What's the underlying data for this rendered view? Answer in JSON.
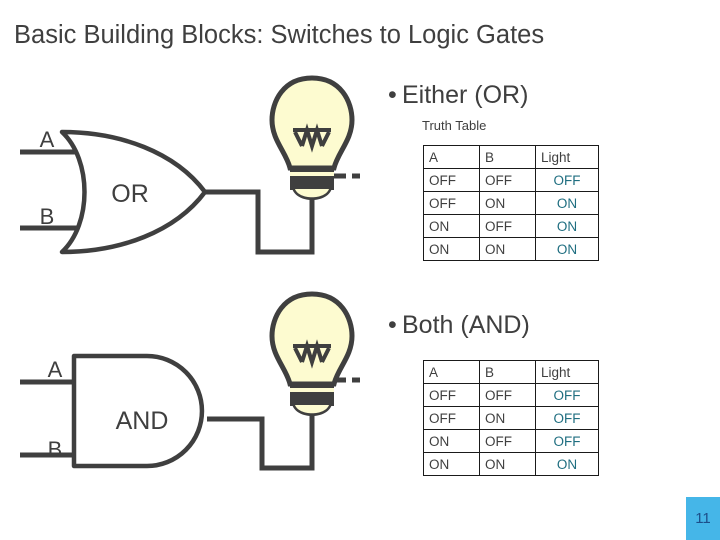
{
  "slide": {
    "title": "Basic Building Blocks: Switches to Logic Gates",
    "page_number": "11",
    "accent_color": "#45b6e8",
    "light_value_color": "#1f6e80",
    "ink_color": "#3f3f3f",
    "bulb_glass_color": "#fdfbd0"
  },
  "sections": {
    "or": {
      "bullet": "•",
      "heading": "Either (OR)",
      "caption": "Truth Table",
      "gate_label": "OR",
      "input_a_label": "A",
      "input_b_label": "B",
      "bulb_name": "light-bulb-or"
    },
    "and": {
      "bullet": "•",
      "heading": "Both (AND)",
      "gate_label": "AND",
      "input_a_label": "A",
      "input_b_label": "B",
      "bulb_name": "light-bulb-and"
    }
  },
  "truth_tables": {
    "or": {
      "headers": [
        "A",
        "B",
        "Light"
      ],
      "rows": [
        [
          "OFF",
          "OFF",
          "OFF"
        ],
        [
          "OFF",
          "ON",
          "ON"
        ],
        [
          "ON",
          "OFF",
          "ON"
        ],
        [
          "ON",
          "ON",
          "ON"
        ]
      ]
    },
    "and": {
      "headers": [
        "A",
        "B",
        "Light"
      ],
      "rows": [
        [
          "OFF",
          "OFF",
          "OFF"
        ],
        [
          "OFF",
          "ON",
          "OFF"
        ],
        [
          "ON",
          "OFF",
          "OFF"
        ],
        [
          "ON",
          "ON",
          "ON"
        ]
      ]
    }
  }
}
